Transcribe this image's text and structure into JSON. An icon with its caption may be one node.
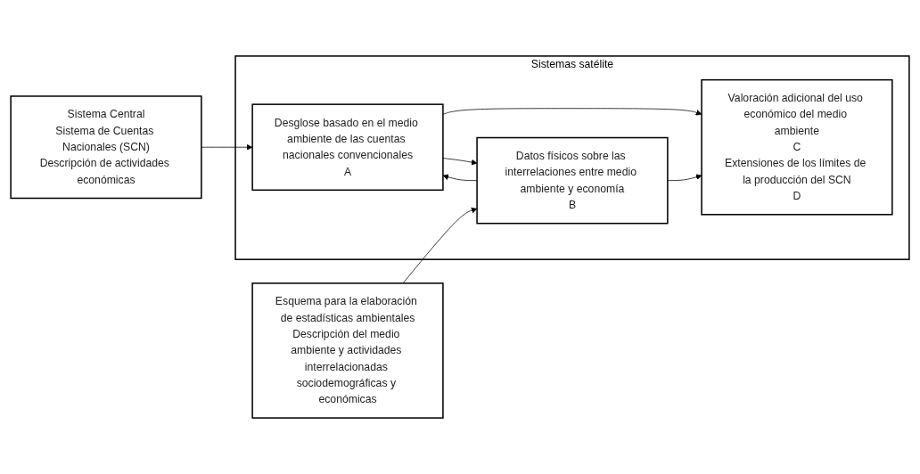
{
  "diagram": {
    "nodes": [
      {
        "text": [
          "Sistema Central",
          "Sistema de Cuentas Nacionales (SCN)",
          "Descripción de actividades económicas"
        ]
      },
      {
        "text": [
          "Sistemas satélite"
        ]
      },
      {
        "text": [
          "Desglose basado en el medio ambiente de las cuentas nacionales convencionales",
          "A"
        ],
        "in": 1
      },
      {
        "text": [
          "Datos físicos sobre las interrelaciones entre medio ambiente y economía",
          "B"
        ],
        "in": 1
      },
      {
        "text": [
          "Valoración adicional del uso económico del medio ambiente",
          "C",
          "Extensiones de los límites de la producción del SCN",
          "D"
        ],
        "in": 1
      },
      {
        "text": [
          "Esquema para la elaboración de estadísticas ambientales",
          "Descripción del medio ambiente y actividades interrelacionadas sociodemográficas y económicas"
        ]
      }
    ],
    "edges": [
      {
        "from": 0,
        "to": 2,
        "arrow": "to"
      },
      {
        "from": 2,
        "to": 4,
        "arrow": "to"
      },
      {
        "from": 2,
        "to": 3,
        "arrow": "to"
      },
      {
        "from": 3,
        "to": 2,
        "arrow": "to"
      },
      {
        "from": 3,
        "to": 4,
        "arrow": "to"
      },
      {
        "from": 5,
        "to": 3,
        "arrow": "to"
      }
    ]
  }
}
